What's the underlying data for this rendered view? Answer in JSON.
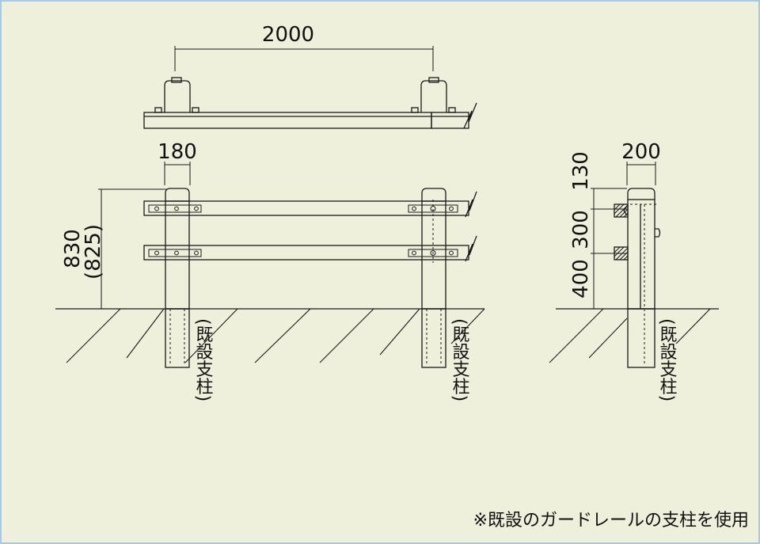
{
  "dimensions": {
    "top_span": "2000",
    "post_width_front": "180",
    "height_main": "830",
    "height_alt": "(825)",
    "post_width_side": "200",
    "side_top": "130",
    "side_middle": "300",
    "side_bottom": "400"
  },
  "labels": {
    "existing_post": "(既設支柱)"
  },
  "note": "※既設のガードレールの支柱を使用",
  "colors": {
    "background": "#eef0dc",
    "border": "#a9c9de",
    "line": "#1a1a1a"
  }
}
